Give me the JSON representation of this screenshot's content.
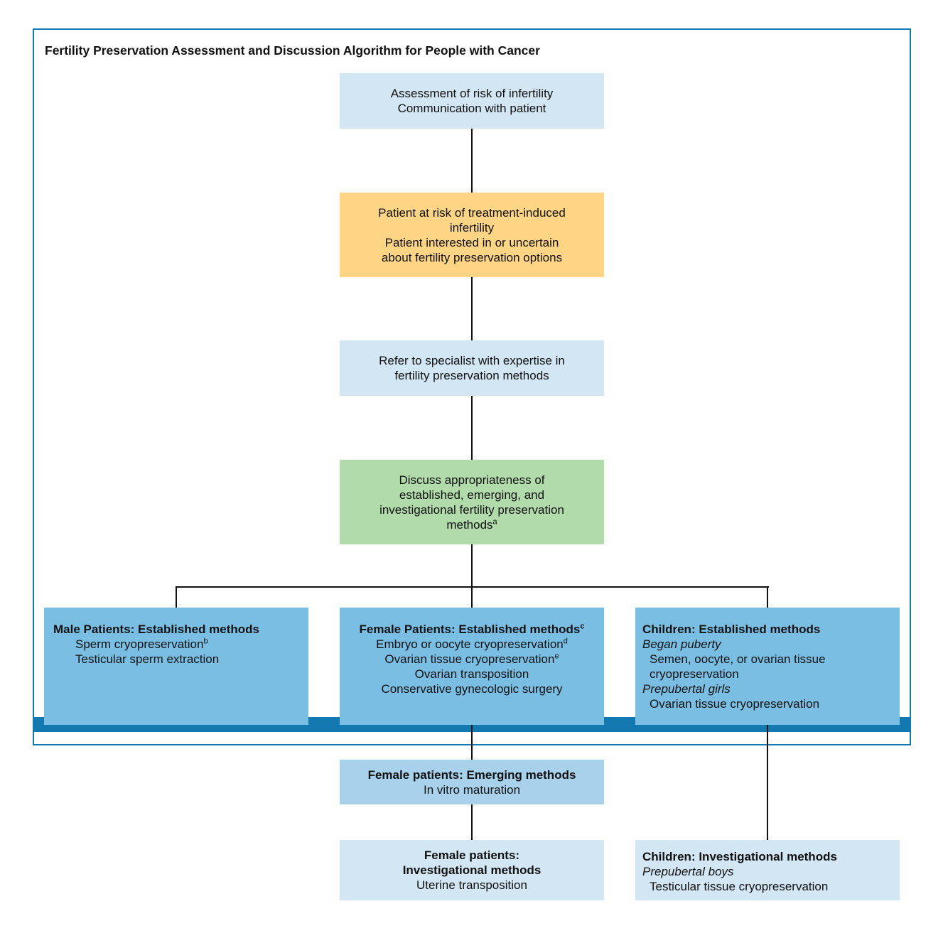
{
  "title": "Fertility Preservation Assessment and Discussion Algorithm for People with Cancer",
  "colors": {
    "frame": "#1479b0",
    "light_box": "#d2e6f3",
    "orange_box": "#fdd585",
    "green_box": "#b2dbac",
    "mid_box": "#7bbee4"
  },
  "nodes": {
    "assessment": {
      "line1": "Assessment of risk of infertility",
      "line2": "Communication with patient"
    },
    "at_risk": {
      "line1": "Patient at risk of treatment-induced",
      "line2": "infertility",
      "line3": "Patient interested in or uncertain",
      "line4": "about fertility preservation options"
    },
    "refer": {
      "line1": "Refer to specialist with expertise in",
      "line2": "fertility preservation methods"
    },
    "discuss": {
      "line1": "Discuss appropriateness of",
      "line2": "established, emerging, and",
      "line3": "investigational fertility preservation",
      "line4": "methods",
      "sup": "a"
    },
    "male": {
      "heading": "Male Patients: Established methods",
      "item1": "Sperm cryopreservation",
      "item1_sup": "b",
      "item2": "Testicular sperm extraction"
    },
    "female": {
      "heading": "Female Patients: Established methods",
      "heading_sup": "c",
      "item1": "Embryo or oocyte cryopreservation",
      "item1_sup": "d",
      "item2": "Ovarian tissue cryopreservation",
      "item2_sup": "e",
      "item3": "Ovarian transposition",
      "item4": "Conservative gynecologic surgery"
    },
    "children": {
      "heading": "Children: Established methods",
      "sub1": "Began puberty",
      "item1a": "Semen, oocyte, or ovarian tissue",
      "item1b": "cryopreservation",
      "sub2": "Prepubertal girls",
      "item2": "Ovarian tissue cryopreservation"
    },
    "female_emerging": {
      "heading": "Female patients: Emerging methods",
      "item1": "In vitro maturation"
    },
    "female_invest": {
      "heading1": "Female patients:",
      "heading2": "Investigational methods",
      "item1": "Uterine transposition"
    },
    "children_invest": {
      "heading": "Children: Investigational methods",
      "sub1": "Prepubertal boys",
      "item1": "Testicular tissue cryopreservation"
    }
  }
}
